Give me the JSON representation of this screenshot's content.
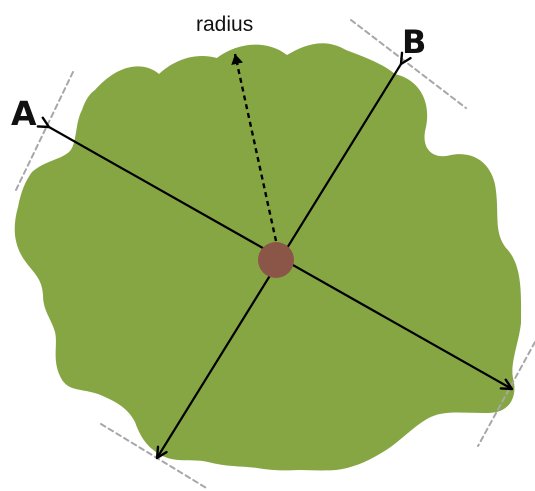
{
  "diagram": {
    "labels": {
      "a": "A",
      "b": "B",
      "radius": "radius"
    },
    "colors": {
      "crown": "#86A644",
      "trunk": "#8B5648",
      "axis_line": "#000000",
      "guide_line": "#A7A7A7",
      "background": "#FFFFFF"
    }
  }
}
